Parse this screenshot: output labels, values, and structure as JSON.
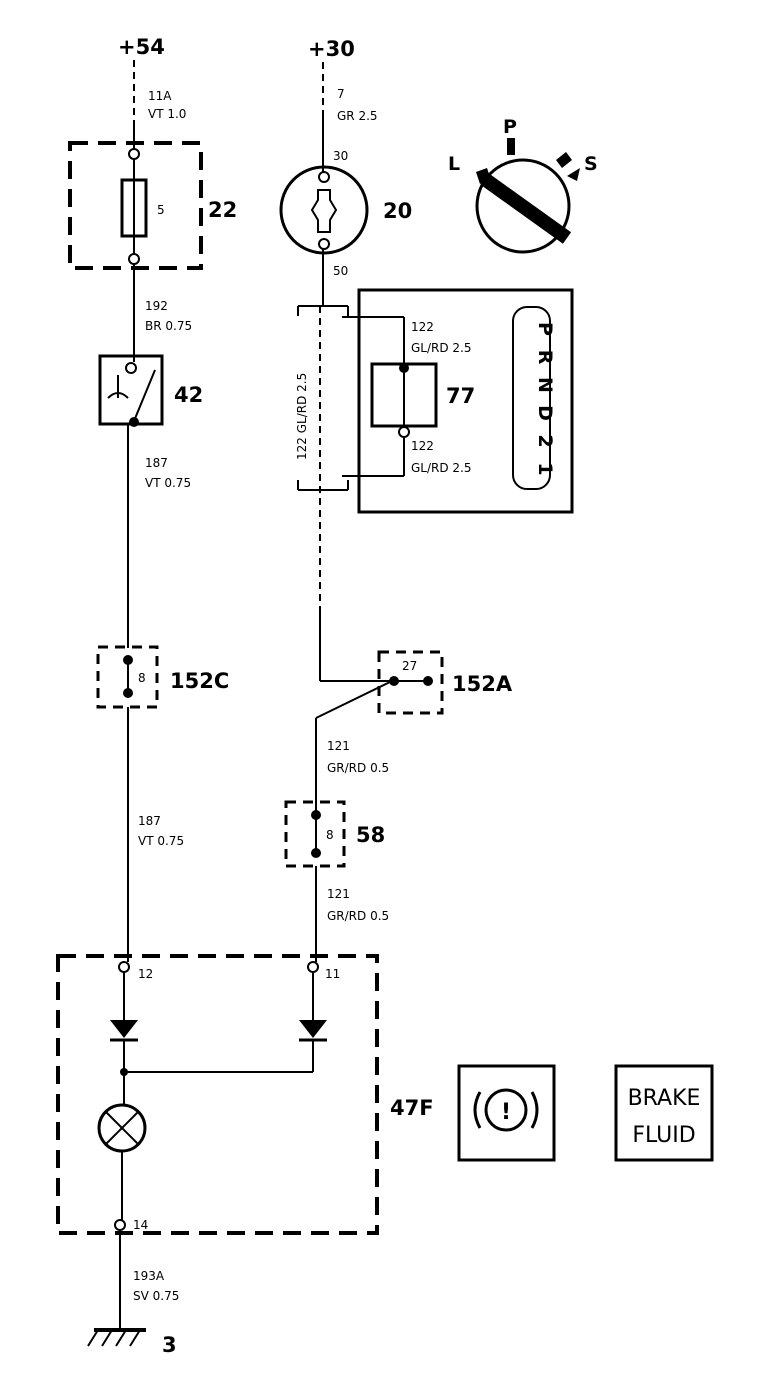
{
  "terminals": {
    "plus54": "+54",
    "plus30": "+30"
  },
  "wires": {
    "w11a_num": "11A",
    "w11a_spec": "VT 1.0",
    "w7_num": "7",
    "w7_spec": "GR 2.5",
    "w192_num": "192",
    "w192_spec": "BR 0.75",
    "w187a_num": "187",
    "w187a_spec": "VT 0.75",
    "w122_vertical": "122 GL/RD 2.5",
    "w122a_num": "122",
    "w122a_spec": "GL/RD 2.5",
    "w122b_num": "122",
    "w122b_spec": "GL/RD 2.5",
    "w121a_num": "121",
    "w121a_spec": "GR/RD 0.5",
    "w187b_num": "187",
    "w187b_spec": "VT 0.75",
    "w121b_num": "121",
    "w121b_spec": "GR/RD 0.5",
    "w193a_num": "193A",
    "w193a_spec": "SV 0.75"
  },
  "components": {
    "fuse_box": "22",
    "fuse_number": "5",
    "ignition_switch": "20",
    "pin30": "30",
    "pin50": "50",
    "brake_switch": "42",
    "gear_selector": "77",
    "connector_152c": "152C",
    "connector_152c_pin": "8",
    "connector_152a": "152A",
    "connector_152a_pin": "27",
    "connector_58": "58",
    "connector_58_pin": "8",
    "instrument": "47F",
    "pin12": "12",
    "pin11": "11",
    "pin14": "14",
    "ground": "3"
  },
  "selector": {
    "L": "L",
    "P": "P",
    "S": "S",
    "gears": [
      "P",
      "R",
      "N",
      "D",
      "2",
      "1"
    ]
  },
  "symbols": {
    "brake_fluid_line1": "BRAKE",
    "brake_fluid_line2": "FLUID",
    "warning_mark": "!"
  }
}
